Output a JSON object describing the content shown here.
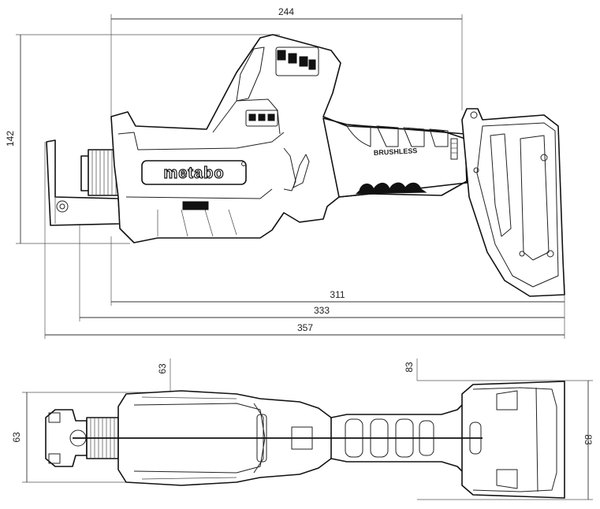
{
  "dimensions": {
    "length_top": "244",
    "height_side": "142",
    "length_311": "311",
    "length_333": "333",
    "length_357": "357",
    "width_63_top": "63",
    "width_83_top": "83",
    "width_63_left": "63",
    "width_83_right": "83"
  },
  "labels": {
    "brand": "metabo",
    "motor": "BRUSHLESS"
  }
}
